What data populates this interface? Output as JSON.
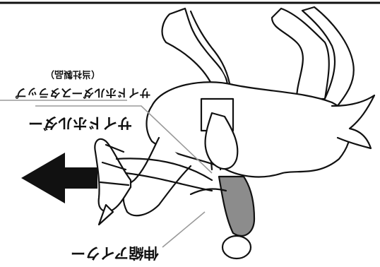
{
  "labels": {
    "top": "サイドホルダー",
    "middle": "サイドホルダースタラップ",
    "middle_sub": "（当社製品）",
    "bottom": "伸縮アイクー"
  },
  "colors": {
    "line": "#111111",
    "arrow": "#111111",
    "pointer_line": "#9a9a9a",
    "saddle_pad": "#8c8c8c",
    "background": "#ffffff"
  }
}
